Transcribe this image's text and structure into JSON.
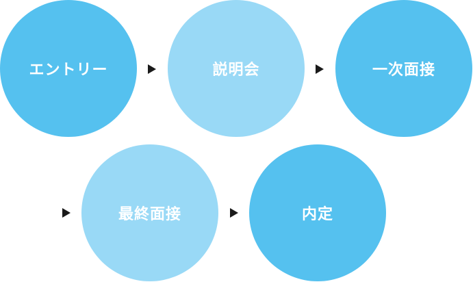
{
  "flow": {
    "steps": [
      {
        "label": "エントリー",
        "color": "#55c1ef"
      },
      {
        "label": "説明会",
        "color": "#99d9f6"
      },
      {
        "label": "一次面接",
        "color": "#55c1ef"
      },
      {
        "label": "最終面接",
        "color": "#99d9f6"
      },
      {
        "label": "内定",
        "color": "#55c1ef"
      }
    ],
    "arrow_icon": "triangle-right-icon",
    "arrow_color": "#1a1a1a"
  }
}
